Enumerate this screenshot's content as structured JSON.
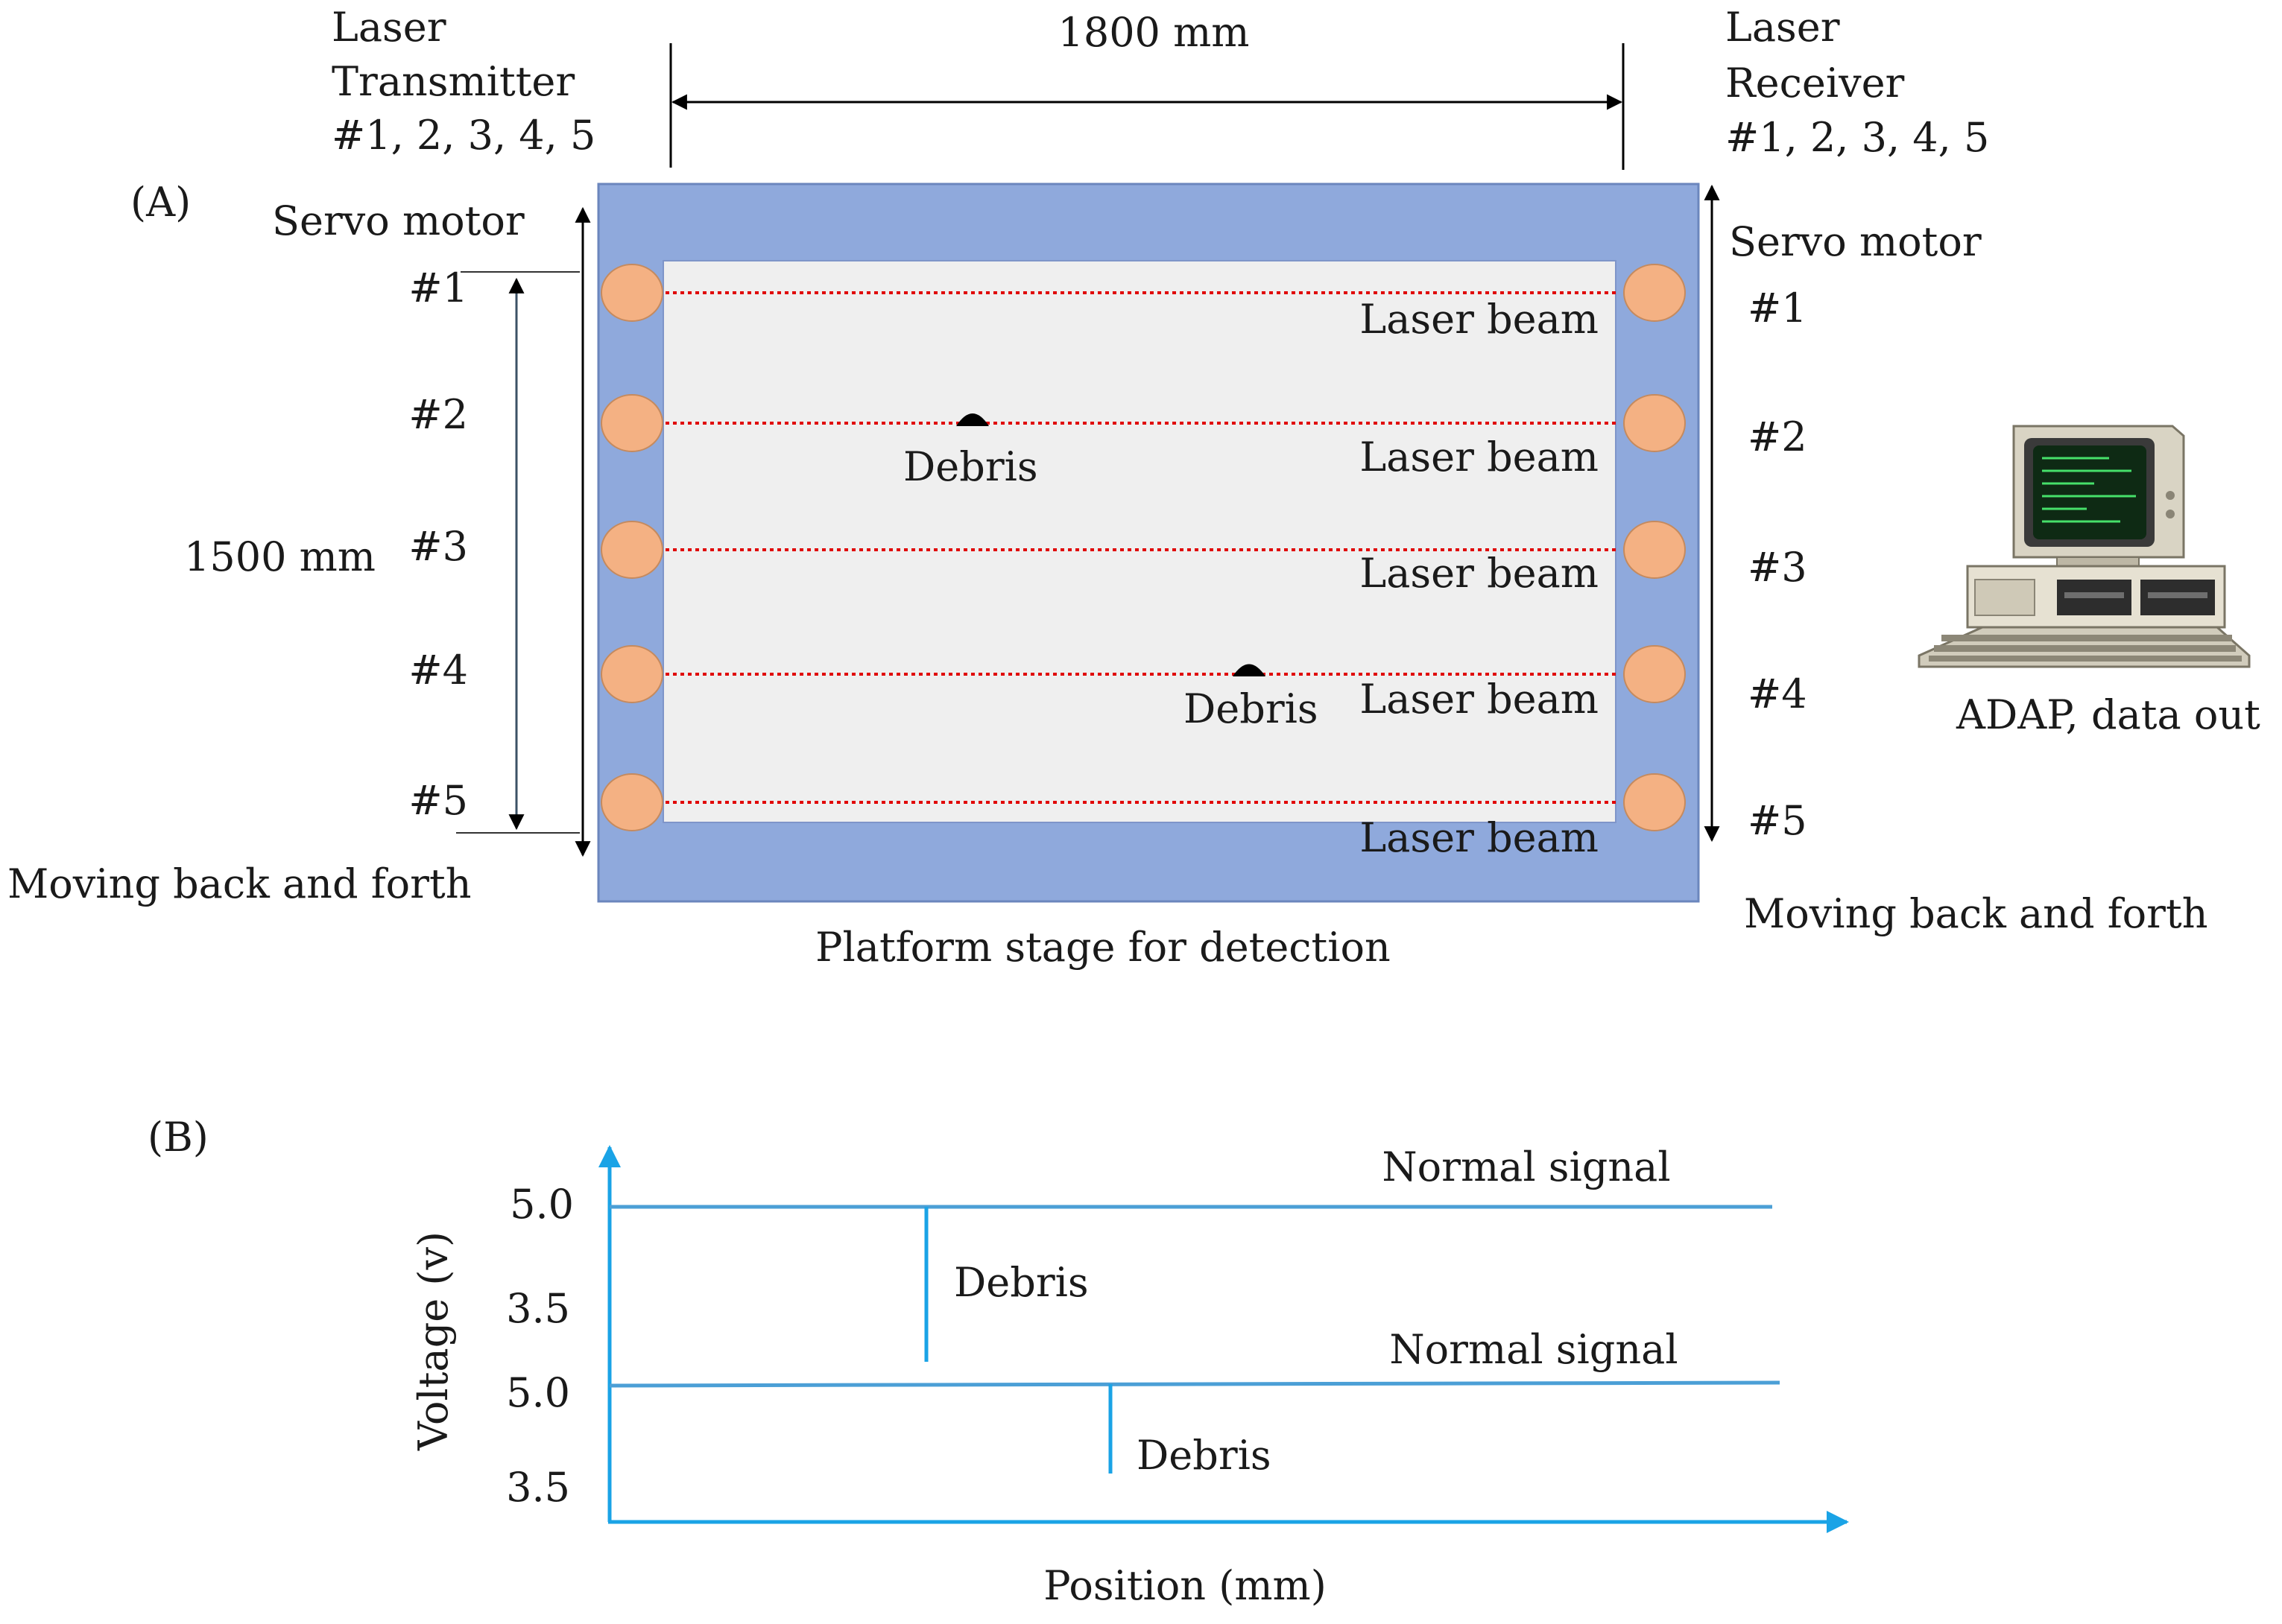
{
  "panel_a": {
    "label": "(A)",
    "transmitter": {
      "line1": "Laser",
      "line2": "Transmitter",
      "line3": "#1, 2, 3, 4, 5"
    },
    "receiver": {
      "line1": "Laser",
      "line2": "Receiver",
      "line3": "#1, 2, 3, 4, 5"
    },
    "width_dimension": "1800 mm",
    "height_dimension": "1500 mm",
    "servo_left": "Servo motor",
    "servo_right": "Servo motor",
    "moving_left": "Moving back and forth",
    "moving_right": "Moving back and forth",
    "platform_caption": "Platform stage for detection",
    "computer_caption": "ADAP, data out",
    "channels": [
      "#1",
      "#2",
      "#3",
      "#4",
      "#5"
    ],
    "beam_label": "Laser beam",
    "debris": [
      {
        "label": "Debris",
        "channel": "#2"
      },
      {
        "label": "Debris",
        "channel": "#4"
      }
    ],
    "colors": {
      "frame": "#8fa9dc",
      "stage": "#efefef",
      "sensor": "#f4b183",
      "beam": "#e00000",
      "debris": "#000000"
    }
  },
  "panel_b": {
    "label": "(B)",
    "ylabel": "Voltage (v)",
    "xlabel": "Position (mm)",
    "axis_color": "#1aa3e6",
    "signals": [
      {
        "label": "Normal signal",
        "high": "5.0",
        "low": "3.5",
        "debris_label": "Debris"
      },
      {
        "label": "Normal signal",
        "high": "5.0",
        "low": "3.5",
        "debris_label": "Debris"
      }
    ]
  }
}
